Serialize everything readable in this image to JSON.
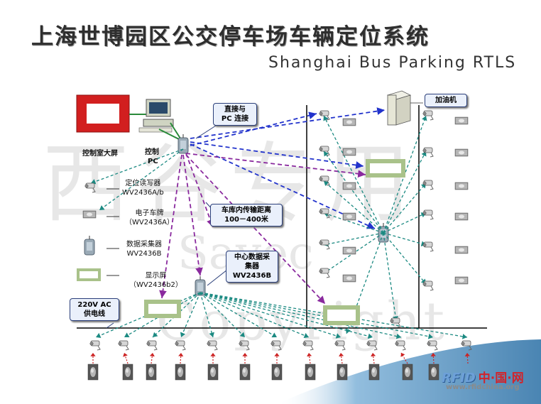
{
  "title": {
    "cn": "上海世博园区公交停车场车辆定位系统",
    "en": "Shanghai Bus Parking RTLS"
  },
  "labels": {
    "control_screen": "控制室大屏",
    "control_pc": [
      "控制",
      "PC"
    ],
    "direct_pc": [
      "直接与",
      "PC 连接"
    ],
    "fuel_machine": "加油机",
    "transfer_distance": [
      "车库内传输距离",
      "100－400米"
    ],
    "central_collector": [
      "中心数据采",
      "集器",
      "WV2436B"
    ],
    "power_line": [
      "220V AC",
      "供电线"
    ]
  },
  "legend": [
    {
      "id": "reader",
      "lines": [
        "定位读写器",
        "WV2436A/b"
      ]
    },
    {
      "id": "tag",
      "lines": [
        "电子车牌",
        "（WV2436A）"
      ]
    },
    {
      "id": "collector",
      "lines": [
        "数据采集器",
        "WV2436B"
      ]
    },
    {
      "id": "display",
      "lines": [
        "显示屏",
        "（WV2436b2）"
      ]
    }
  ],
  "watermark": {
    "cn": "西谷专用",
    "en1": "Sayec",
    "en2": "Copyright"
  },
  "logo": {
    "rfid": "RFID",
    "cn": "中·国·网",
    "url": "www.rfidchina.org"
  },
  "colors": {
    "blue_link": "#2233cc",
    "purple_link": "#8a2a9e",
    "teal_link": "#1c8a82",
    "power_red": "#cc2222",
    "screen_red": "#d21f1f",
    "display_green": "#a9c28a"
  },
  "icons": {
    "reader": "camera-reader-icon",
    "tag": "rfid-tag-icon",
    "collector": "data-collector-icon",
    "display": "display-screen-icon",
    "pc": "computer-icon",
    "server": "fuel-machine-icon"
  }
}
